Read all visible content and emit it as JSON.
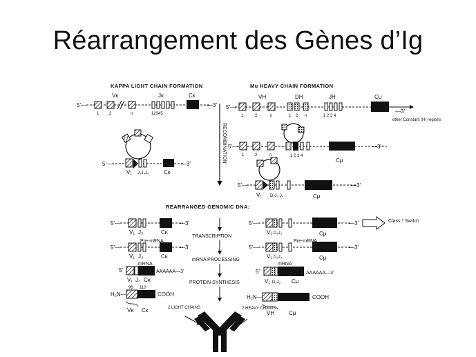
{
  "slide": {
    "title": "Réarrangement des Gènes d’Ig"
  },
  "kappa": {
    "header": "KAPPA LIGHT CHAIN FORMATION",
    "end5": "5'—",
    "end3": "—3'",
    "vk": "Vκ",
    "jk": "Jκ",
    "ck": "Cκ",
    "seg_nums": [
      "1",
      "2",
      "n"
    ],
    "j_nums": "12345",
    "loop_v": "V₁",
    "loop_j": "J₃J₄J₅",
    "loop_c": "Cκ"
  },
  "mu": {
    "header": "Mu  HEAVY CHAIN FORMATION",
    "vh": "VH",
    "dh": "DH",
    "jh": "JH",
    "cmu": "Cμ",
    "seg_nums": [
      "1",
      "2",
      "n"
    ],
    "d_nums": [
      "1",
      "2",
      "n"
    ],
    "j_nums": "1 2 3 4",
    "other_constant": "other Constant (H) regions",
    "dj_nums": "1  2  3    4",
    "loop_v": "V₁",
    "loop_dj": "D₂J₃  J₄"
  },
  "recombination": "RECOMBINATION",
  "rearranged_header": "REARRANGED GENOMIC DNA:",
  "processes": {
    "transcription": "TRANSCRIPTION",
    "mrna_processing": "mRNA PROCESSING",
    "protein_synthesis": "PROTEIN SYNTHESIS"
  },
  "light_path": {
    "dna_v": "V₁",
    "dna_j": "J₃",
    "dna_c": "Cκ",
    "pre_mrna": "Pre-mRNA",
    "mrna": "mRNA",
    "poly_a": "AAAAAA—3'",
    "nterm": "H₂N—",
    "cterm": "COOH",
    "pos98": "98",
    "pos110": "110",
    "vk": "Vκ",
    "ck": "Cκ",
    "chains": "2 LIGHT CHAINS"
  },
  "heavy_path": {
    "dna_v": "V₁",
    "dna_dj": "D₂J₃",
    "dna_c": "Cμ",
    "pre_mrna": "Pre-mRNA",
    "mrna": "mRNA",
    "poly_a": "AAAAAA—3'",
    "nterm": "H₂N—",
    "cterm": "COOH",
    "vh": "VH",
    "cmu": "Cμ",
    "chains": "2 HEAVY CHAINS",
    "class_switch": "Class * Switch"
  }
}
